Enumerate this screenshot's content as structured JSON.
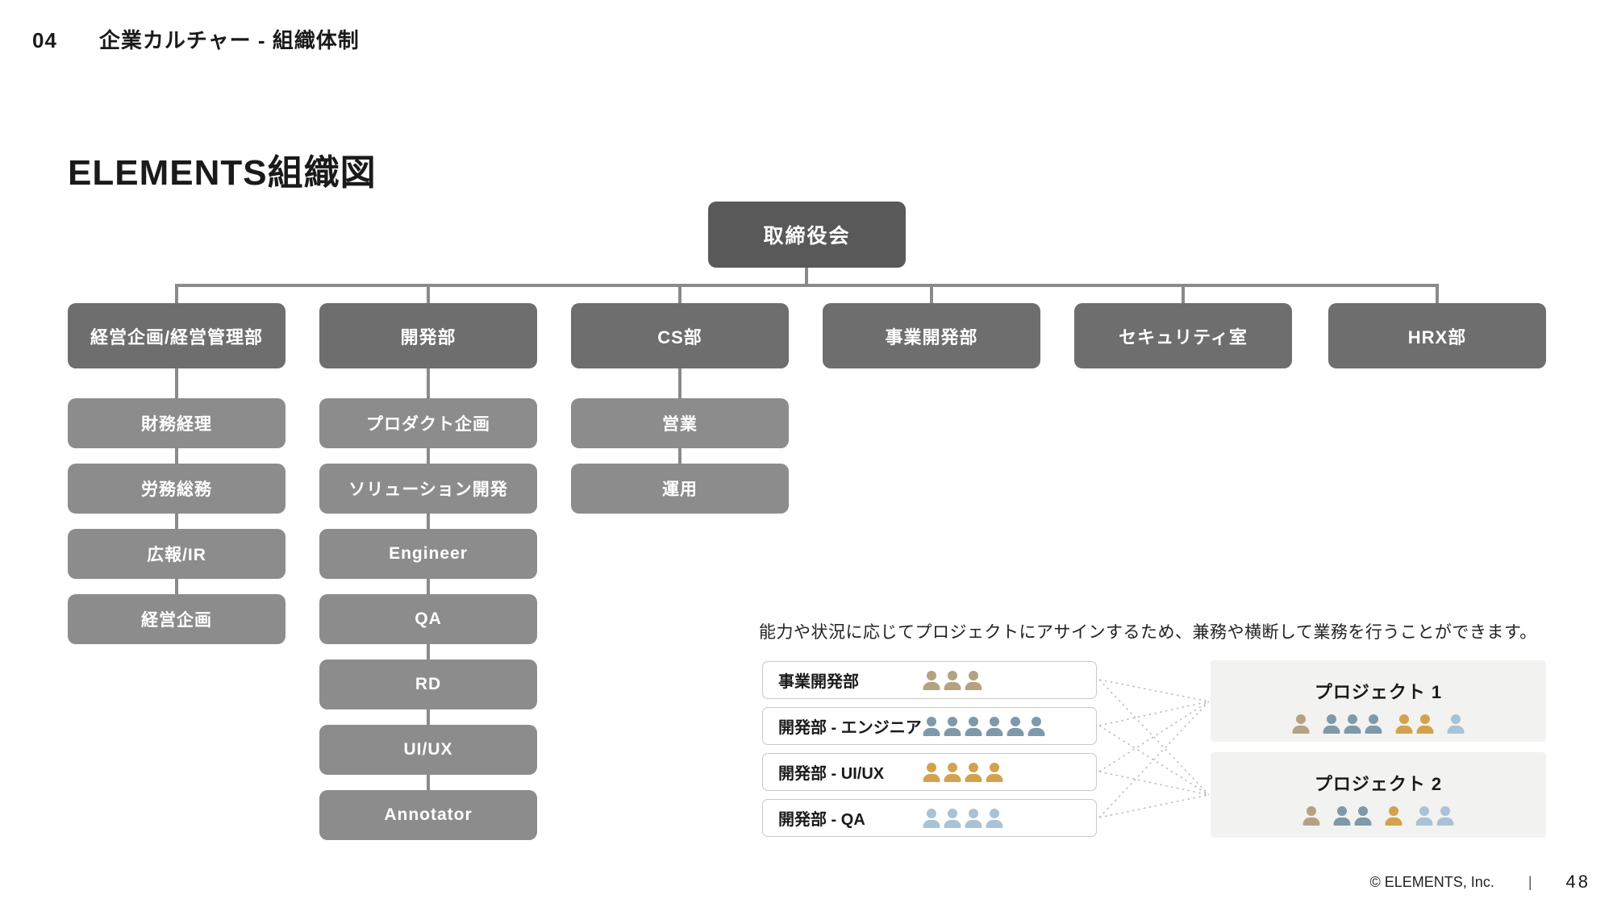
{
  "page": {
    "number": "04",
    "section_title": "企業カルチャー - 組織体制",
    "title": "ELEMENTS組織図",
    "footer": {
      "copyright": "© ELEMENTS, Inc.",
      "separator": "|",
      "page_number": "48"
    }
  },
  "org_chart": {
    "root_label": "取締役会",
    "departments": [
      {
        "label": "経営企画/経営管理部",
        "children": [
          "財務経理",
          "労務総務",
          "広報/IR",
          "経営企画"
        ]
      },
      {
        "label": "開発部",
        "children": [
          "プロダクト企画",
          "ソリューション開発",
          "Engineer",
          "QA",
          "RD",
          "UI/UX",
          "Annotator"
        ]
      },
      {
        "label": "CS部",
        "children": [
          "営業",
          "運用"
        ]
      },
      {
        "label": "事業開発部",
        "children": []
      },
      {
        "label": "セキュリティ室",
        "children": []
      },
      {
        "label": "HRX部",
        "children": []
      }
    ],
    "colors": {
      "root_bg": "#595959",
      "dept_bg": "#6e6e6e",
      "sub_bg": "#8c8c8c",
      "connector": "#8a8a8a",
      "box_text": "#ffffff"
    }
  },
  "assignment": {
    "description": "能力や状況に応じてプロジェクトにアサインするため、兼務や横断して業務を行うことができます。",
    "team_colors": {
      "biz": "#b3a382",
      "engineer": "#7e99a9",
      "uiux": "#d2a24e",
      "qa": "#a9c2d8"
    },
    "teams": [
      {
        "label": "事業開発部",
        "members": [
          "biz",
          "biz",
          "biz"
        ]
      },
      {
        "label": "開発部 - エンジニア",
        "members": [
          "engineer",
          "engineer",
          "engineer",
          "engineer",
          "engineer",
          "engineer"
        ]
      },
      {
        "label": "開発部 - UI/UX",
        "members": [
          "uiux",
          "uiux",
          "uiux",
          "uiux"
        ]
      },
      {
        "label": "開発部 - QA",
        "members": [
          "qa",
          "qa",
          "qa",
          "qa"
        ]
      }
    ],
    "projects": [
      {
        "label": "プロジェクト 1",
        "member_groups": [
          [
            "biz"
          ],
          [
            "engineer",
            "engineer",
            "engineer"
          ],
          [
            "uiux",
            "uiux"
          ],
          [
            "qa"
          ]
        ]
      },
      {
        "label": "プロジェクト 2",
        "member_groups": [
          [
            "biz"
          ],
          [
            "engineer",
            "engineer"
          ],
          [
            "uiux"
          ],
          [
            "qa",
            "qa"
          ]
        ]
      }
    ]
  }
}
